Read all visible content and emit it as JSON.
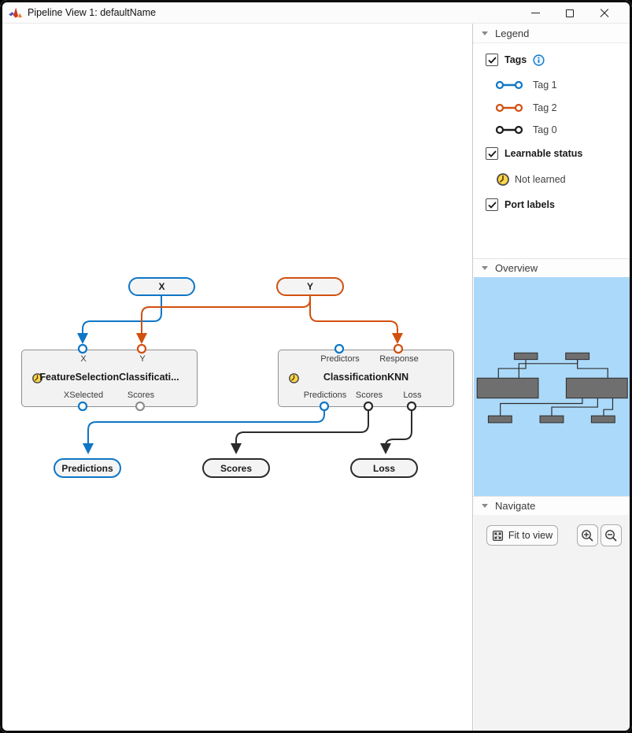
{
  "window": {
    "title": "Pipeline View 1: defaultName"
  },
  "colors": {
    "tag1_blue": "#0E76C6",
    "tag2_orange": "#D2500F",
    "tag0_black": "#1A1A1A",
    "minimap_background": "#ABD9F9",
    "minimap_node_fill": "#6F6F6F",
    "not_learned_yellow": "#FFD54A"
  },
  "legend": {
    "header": "Legend",
    "tags_label": "Tags",
    "tags": [
      {
        "label": "Tag 1",
        "color": "#0E76C6"
      },
      {
        "label": "Tag 2",
        "color": "#D2500F"
      },
      {
        "label": "Tag 0",
        "color": "#1A1A1A"
      }
    ],
    "learnable_label": "Learnable status",
    "not_learned_label": "Not learned",
    "port_labels_label": "Port labels"
  },
  "overview": {
    "header": "Overview"
  },
  "navigate": {
    "header": "Navigate",
    "fit_button": "Fit to view"
  },
  "pipeline": {
    "inputs": [
      {
        "label": "X"
      },
      {
        "label": "Y"
      }
    ],
    "blocks": [
      {
        "title": "FeatureSelectionClassificati...",
        "status": "not-learned",
        "top_ports": [
          "X",
          "Y"
        ],
        "bottom_ports": [
          "XSelected",
          "Scores"
        ]
      },
      {
        "title": "ClassificationKNN",
        "status": "not-learned",
        "top_ports": [
          "Predictors",
          "Response"
        ],
        "bottom_ports": [
          "Predictions",
          "Scores",
          "Loss"
        ]
      }
    ],
    "outputs": [
      {
        "label": "Predictions"
      },
      {
        "label": "Scores"
      },
      {
        "label": "Loss"
      }
    ]
  }
}
